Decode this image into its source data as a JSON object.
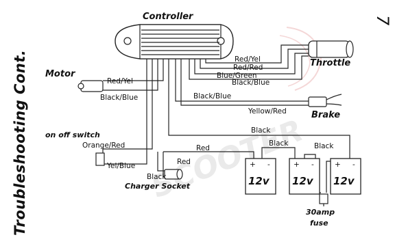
{
  "sidebar_title": "Troubleshooting Cont.",
  "page_number": "7",
  "watermark": "SCOOTER",
  "components": {
    "controller": "Controller",
    "motor": "Motor",
    "throttle": "Throttle",
    "brake": "Brake",
    "on_off_switch": "on off switch",
    "charger_socket": "Charger Socket",
    "fuse_line1": "30amp",
    "fuse_line2": "fuse",
    "battery_labels": [
      "12v",
      "12v",
      "12v"
    ],
    "terminal_plus": "+",
    "terminal_minus": "-"
  },
  "wire_labels": {
    "throttle_red_yel": "Red/Yel",
    "throttle_red_red": "Red/Red",
    "throttle_blue_green": "Blue/Green",
    "throttle_black_blue": "Black/Blue",
    "motor_red_yel": "Red/Yel",
    "motor_black_blue": "Black/Blue",
    "brake_black_blue": "Black/Blue",
    "brake_yellow_red": "Yellow/Red",
    "battery_black_top": "Black",
    "battery_black_mid": "Black",
    "battery_black_right": "Black",
    "battery_red": "Red",
    "switch_orange_red": "Orange/Red",
    "switch_yel_blue": "Yel/Blue",
    "charger_red": "Red",
    "charger_black": "Black"
  }
}
